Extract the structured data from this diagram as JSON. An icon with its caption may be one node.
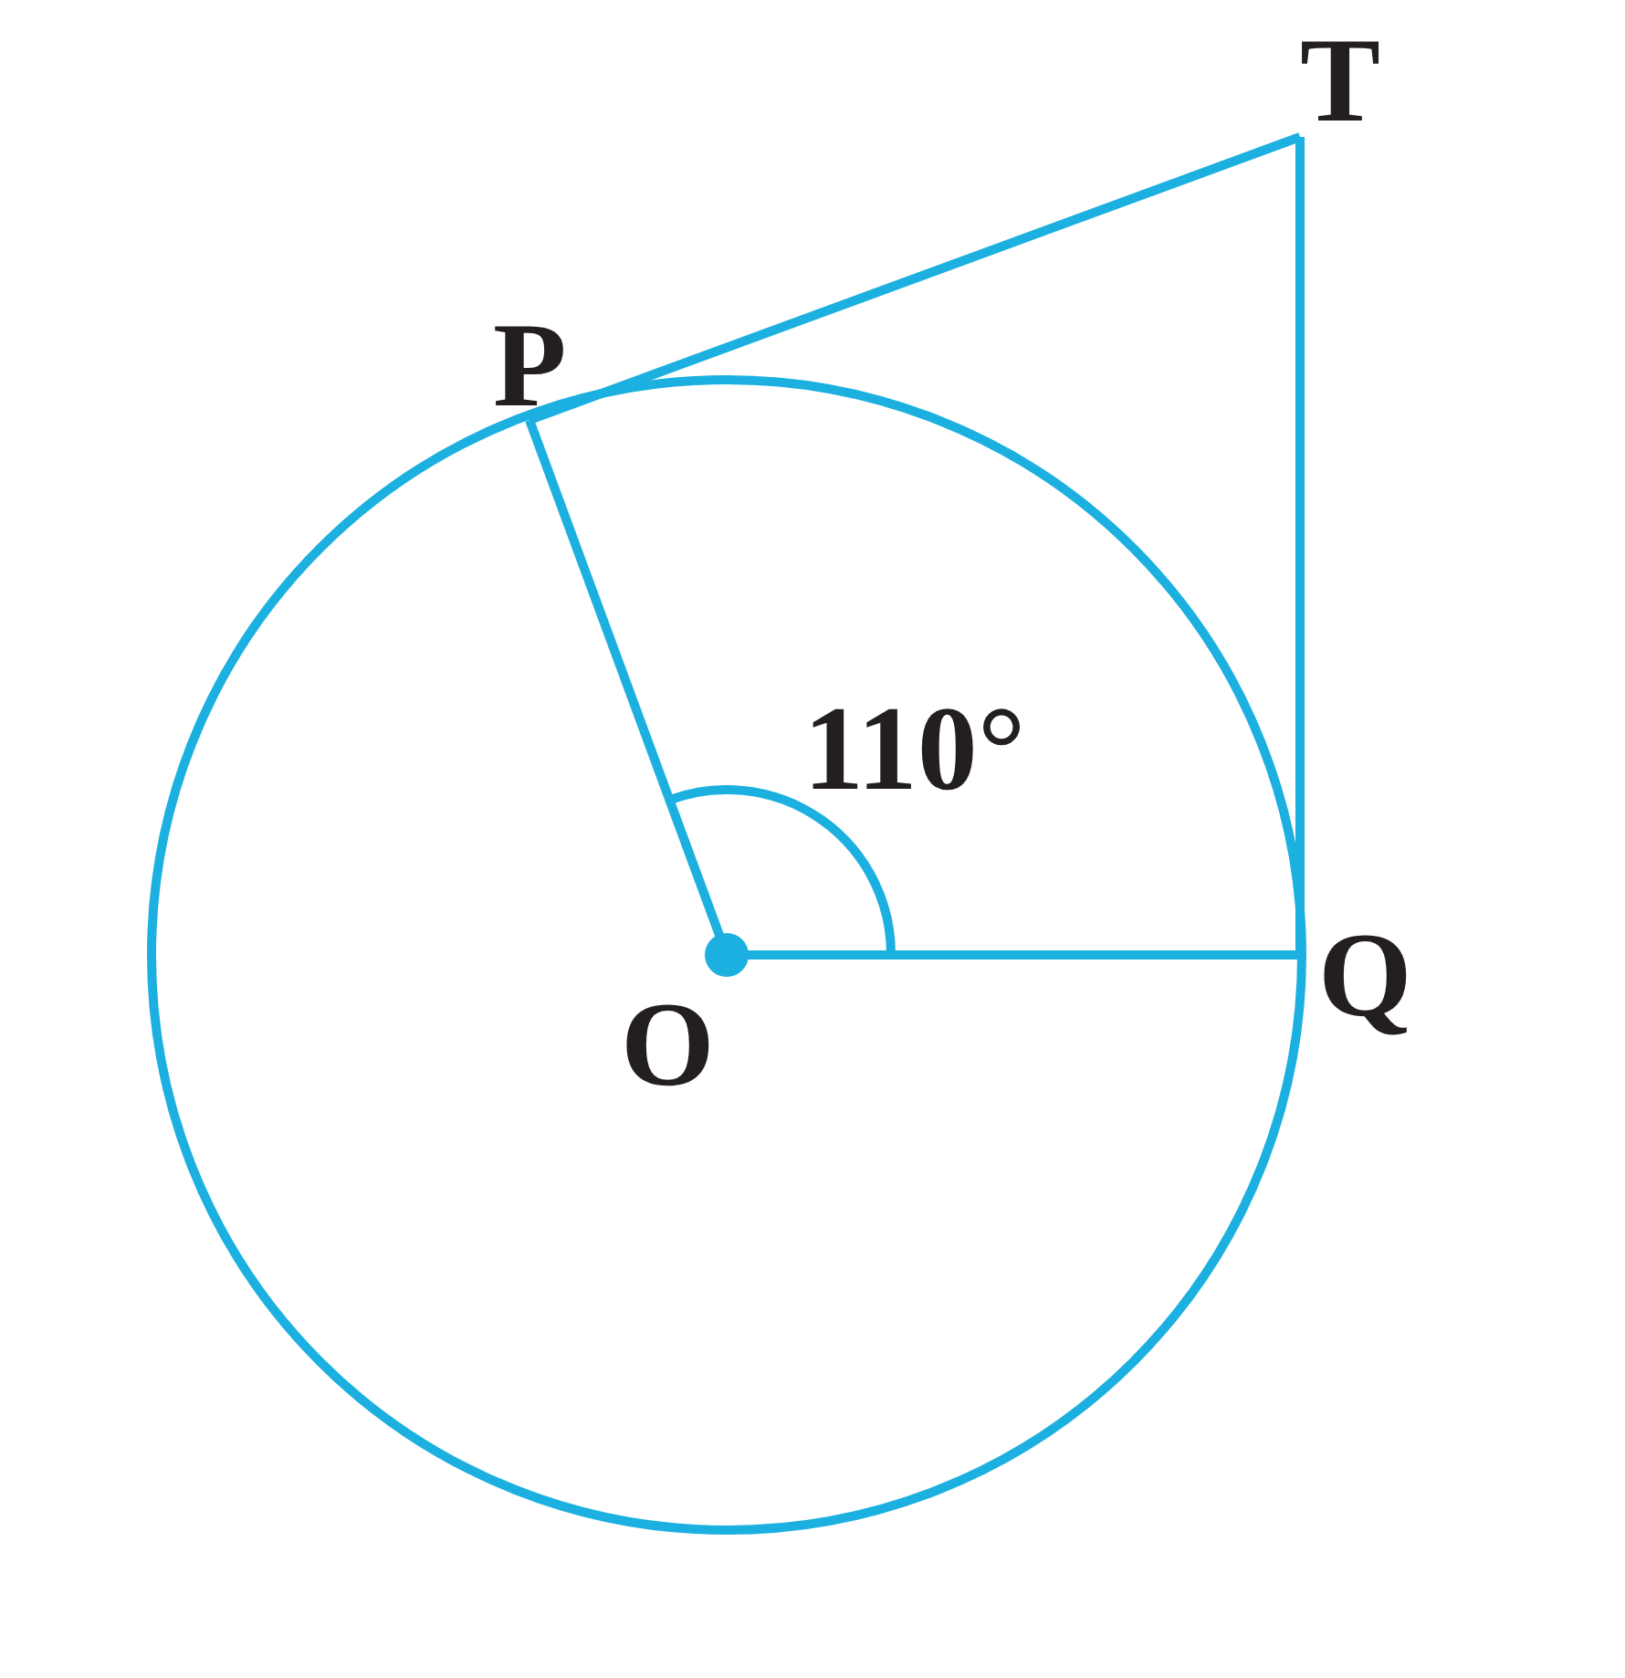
{
  "diagram": {
    "labels": [
      "T",
      "P",
      "110°",
      "O",
      "Q"
    ]
  }
}
